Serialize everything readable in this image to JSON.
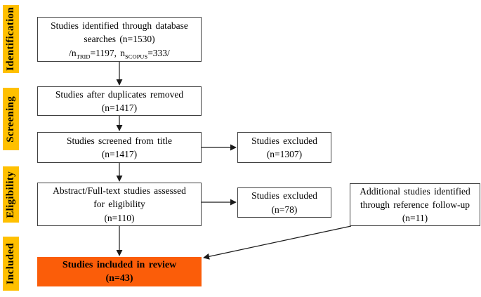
{
  "diagram": {
    "stages": [
      {
        "label": "Identification"
      },
      {
        "label": "Screening"
      },
      {
        "label": "Eligibility"
      },
      {
        "label": "Included"
      }
    ],
    "boxes": {
      "identified": {
        "line1": "Studies identified through database",
        "line2": "searches (n=1530)",
        "counts": {
          "p1": "/n",
          "sub1": "TRID",
          "p2": "=1197, n",
          "sub2": "SCOPUS",
          "p3": "=333/"
        }
      },
      "duplicates_removed": {
        "line1": "Studies after duplicates removed",
        "line2": "(n=1417)"
      },
      "screened": {
        "line1": "Studies screened from title",
        "line2": "(n=1417)"
      },
      "excluded_title": {
        "line1": "Studies excluded",
        "line2": "(n=1307)"
      },
      "assessed": {
        "line1": "Abstract/Full-text studies assessed",
        "line2": "for eligibility",
        "line3": "(n=110)"
      },
      "excluded_eligibility": {
        "line1": "Studies excluded",
        "line2": "(n=78)"
      },
      "additional": {
        "line1": "Additional studies identified",
        "line2": "through reference follow-up",
        "line3": "(n=11)"
      },
      "included": {
        "line1": "Studies included in review",
        "line2": "(n=43)"
      }
    },
    "colors": {
      "stage_bg": "#FFC000",
      "included_bg": "#FB5D09",
      "box_border": "#404040",
      "arrow": "#1A1A1A"
    }
  }
}
